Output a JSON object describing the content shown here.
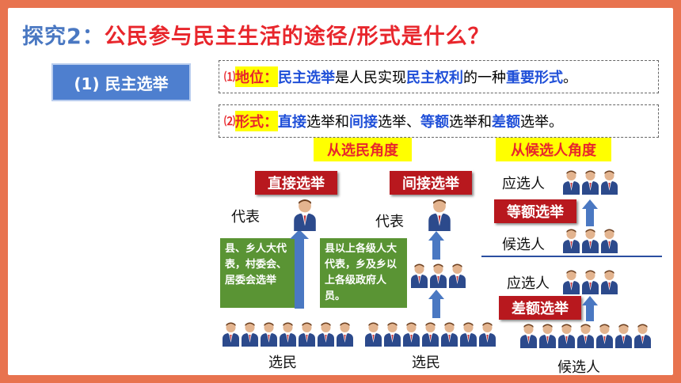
{
  "title": {
    "prefix": "探究2：",
    "main": "公民参与民主生活的途径/形式是什么？"
  },
  "section": {
    "label": "(1) 民主选举"
  },
  "point1": {
    "num": "⑴",
    "key": "地位：",
    "t1": "民主选举",
    "t2": "是人民实现",
    "t3": "民主权利",
    "t4": "的一种",
    "t5": "重要形式",
    "t6": "。"
  },
  "point2": {
    "num": "⑵",
    "key": "形式：",
    "t1": "直接",
    "t2": "选举和",
    "t3": "间接",
    "t4": "选举、",
    "t5": "等额",
    "t6": "选举和",
    "t7": "差额",
    "t8": "选举。"
  },
  "angles": {
    "voter": "从选民角度",
    "candidate": "从候选人角度"
  },
  "tags": {
    "direct": "直接选举",
    "indirect": "间接选举",
    "equal": "等额选举",
    "diff": "差额选举"
  },
  "labels": {
    "rep": "代表",
    "voter": "选民",
    "elected": "应选人",
    "candidate": "候选人"
  },
  "notes": {
    "direct": "县、乡人大代表，村委会、居委会选举",
    "indirect": "县以上各级人大代表，乡及乡以上各级政府人员。"
  },
  "colors": {
    "accent_red": "#e8262c",
    "accent_blue": "#4a78c2",
    "border": "#e8734f"
  }
}
